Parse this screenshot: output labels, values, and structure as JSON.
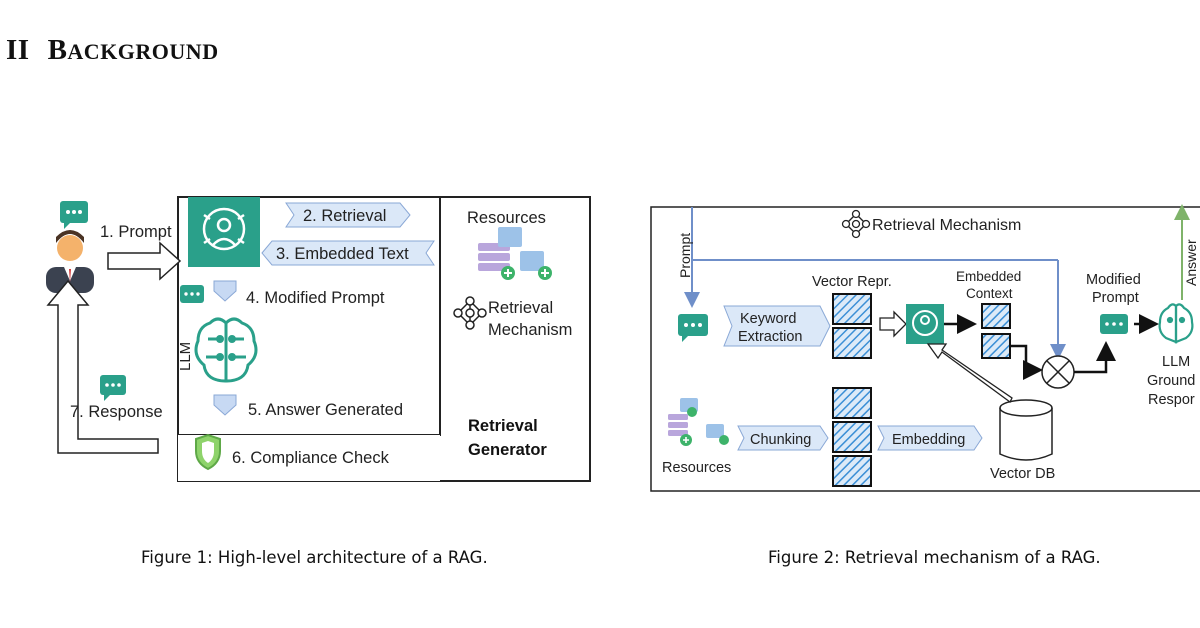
{
  "section": {
    "number": "II",
    "title_first": "B",
    "title_rest": "ACKGROUND"
  },
  "fig1": {
    "step1": "1. Prompt",
    "step2": "2. Retrieval",
    "step3": "3. Embedded Text",
    "step4": "4. Modified Prompt",
    "step5": "5. Answer Generated",
    "step6": "6. Compliance Check",
    "step7": "7. Response",
    "llm": "LLM",
    "resources": "Resources",
    "retrieval_mech_1": "Retrieval",
    "retrieval_mech_2": "Mechanism",
    "generator_1": "Retrieval",
    "generator_2": "Generator",
    "caption": "Figure 1: High-level architecture of a RAG."
  },
  "fig2": {
    "title": "Retrieval Mechanism",
    "prompt": "Prompt",
    "answer": "Answer",
    "keyword_1": "Keyword",
    "keyword_2": "Extraction",
    "vector_repr": "Vector Repr.",
    "embedded_1": "Embedded",
    "embedded_2": "Context",
    "modified_1": "Modified",
    "modified_2": "Prompt",
    "llm_1": "LLM",
    "llm_2": "Ground",
    "llm_3": "Respor",
    "chunking": "Chunking",
    "embedding": "Embedding",
    "resources": "Resources",
    "vector_db": "Vector DB",
    "caption": "Figure 2: Retrieval mechanism of a RAG."
  },
  "colors": {
    "teal": "#2aa08a",
    "lightblue": "#dbe8f8",
    "arrowblue": "#6f8fc9",
    "hatch": "#3b8fd6",
    "green_arrow": "#7fb36a"
  }
}
